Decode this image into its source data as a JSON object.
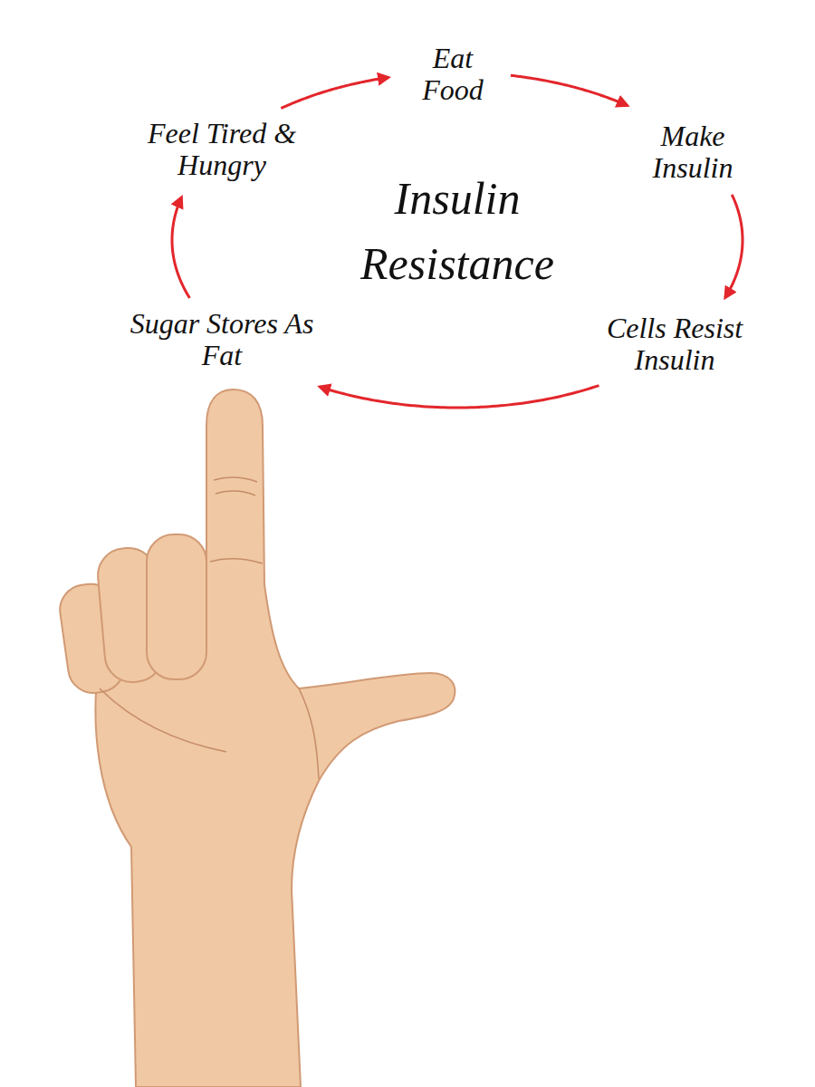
{
  "diagram": {
    "title": "Insulin Resistance",
    "nodes": [
      {
        "text": [
          "Eat Food"
        ]
      },
      {
        "text": [
          "Make Insulin"
        ]
      },
      {
        "text": [
          "Cells Resist Insulin"
        ]
      },
      {
        "text": [
          "Sugar Stores As Fat"
        ]
      },
      {
        "text": [
          "Feel Tired & Hungry"
        ]
      }
    ],
    "edges": [
      {
        "from": 0,
        "to": 1,
        "arrow": "to"
      },
      {
        "from": 1,
        "to": 2,
        "arrow": "to"
      },
      {
        "from": 2,
        "to": 3,
        "arrow": "to"
      },
      {
        "from": 3,
        "to": 4,
        "arrow": "to"
      },
      {
        "from": 4,
        "to": 0,
        "arrow": "to"
      }
    ]
  }
}
